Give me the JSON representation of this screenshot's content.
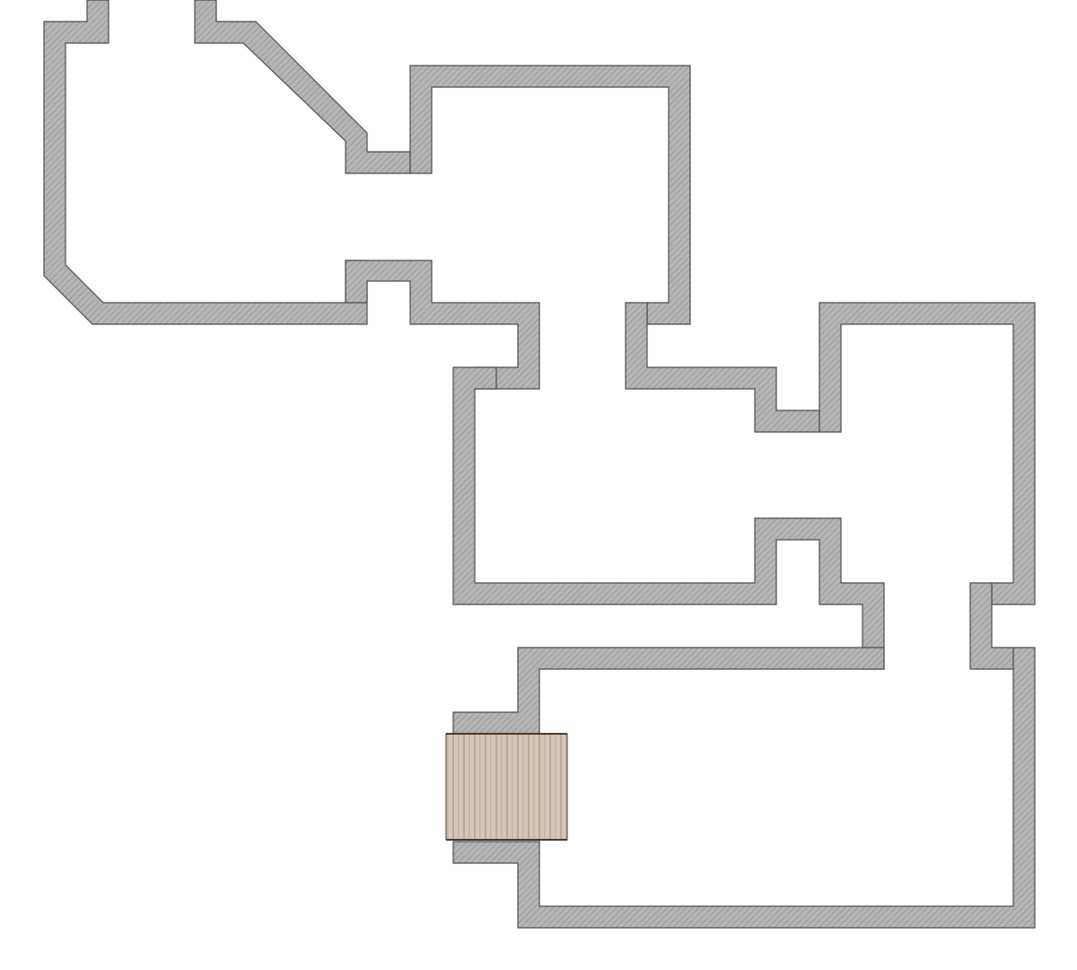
{
  "map": {
    "style": "dungeon-floorplan",
    "colors": {
      "background": "#ffffff",
      "wall_fill": "#b5b5b5",
      "wall_hatch": "#8c8c8c",
      "wall_outline": "#4d4d4d",
      "door_fill": "#d3c6b8",
      "door_stripe": "#b8aa9a",
      "door_outline": "#4a3a2c"
    },
    "rooms": [
      {
        "id": "room-northwest",
        "shape": "irregular-octagon"
      },
      {
        "id": "room-north",
        "shape": "rectangle"
      },
      {
        "id": "room-center",
        "shape": "rectangle"
      },
      {
        "id": "room-east",
        "shape": "rectangle"
      },
      {
        "id": "room-southeast",
        "shape": "rectangle"
      }
    ],
    "corridors": [
      {
        "id": "corridor-north-exit",
        "direction": "north"
      },
      {
        "id": "corridor-nw-to-north",
        "direction": "east"
      },
      {
        "id": "corridor-north-to-center",
        "direction": "south"
      },
      {
        "id": "corridor-center-to-east",
        "direction": "east"
      },
      {
        "id": "corridor-center-to-southeast",
        "direction": "south"
      },
      {
        "id": "corridor-east-to-southeast",
        "direction": "south"
      }
    ],
    "doors": [
      {
        "id": "door-southeast-west",
        "type": "wooden-door",
        "orientation": "vertical-planks"
      }
    ]
  }
}
